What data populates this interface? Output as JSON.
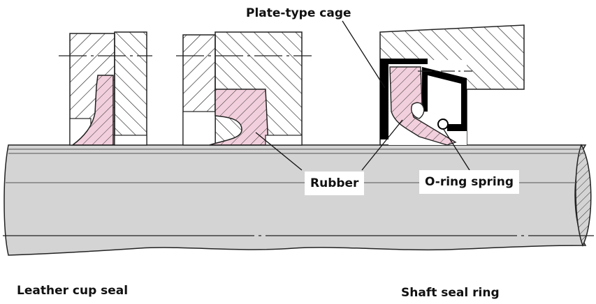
{
  "labels": {
    "plate_type_cage": "Plate-type cage",
    "rubber": "Rubber",
    "o_ring_spring": "O-ring spring",
    "leather_cup_seal": "Leather cup seal",
    "shaft_seal_ring": "Shaft seal ring"
  },
  "colors": {
    "shaft_fill": "#d4d4d4",
    "rubber_fill": "#f2cfdc",
    "metal_black": "#000000",
    "outline": "#222222"
  }
}
